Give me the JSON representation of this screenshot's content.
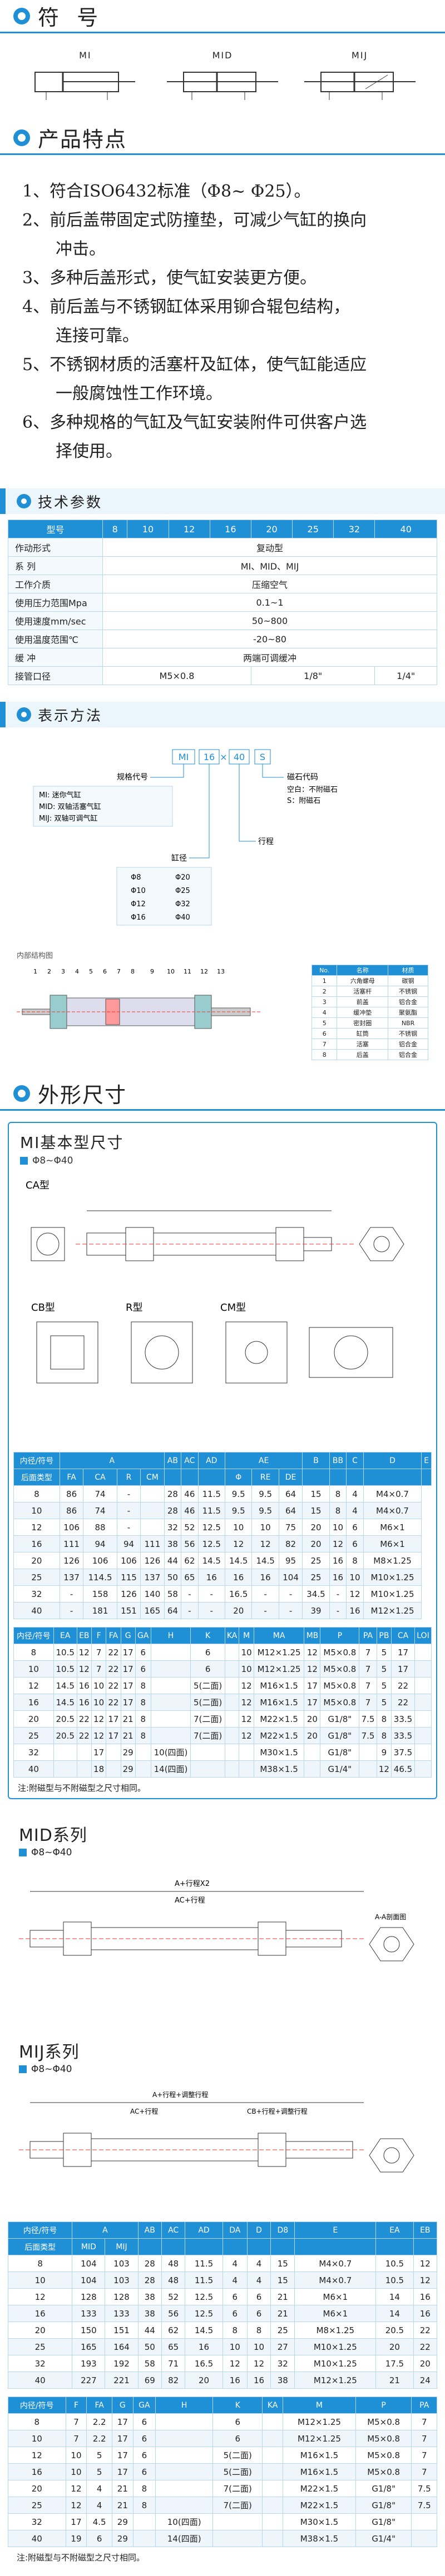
{
  "symbols": {
    "title": "符  号",
    "items": [
      "MI",
      "MID",
      "MIJ"
    ]
  },
  "features": {
    "title": "产品特点",
    "lines": [
      {
        "t": "1、符合ISO6432标准（Φ8~ Φ25）。",
        "c": ""
      },
      {
        "t": "2、前后盖带固定式防撞垫，可减少气缸的换向",
        "c": "冲击。"
      },
      {
        "t": "3、多种后盖形式，使气缸安装更方便。",
        "c": ""
      },
      {
        "t": "4、前后盖与不锈钢缸体采用铆合辊包结构，",
        "c": "连接可靠。"
      },
      {
        "t": "5、不锈钢材质的活塞杆及缸体，使气缸能适应",
        "c": "一般腐蚀性工作环境。"
      },
      {
        "t": "6、多种规格的气缸及气缸安装附件可供客户选",
        "c": "择使用。"
      }
    ]
  },
  "tech": {
    "title": "技术参数",
    "header": [
      "型号",
      "8",
      "10",
      "12",
      "16",
      "20",
      "25",
      "32",
      "40"
    ],
    "rows": [
      {
        "k": "作动形式",
        "v": "复动型"
      },
      {
        "k": "系    列",
        "v": "MI、MID、MIJ"
      },
      {
        "k": "工作介质",
        "v": "压缩空气"
      },
      {
        "k": "使用压力范围Mpa",
        "v": "0.1~1"
      },
      {
        "k": "使用速度mm/sec",
        "v": "50~800"
      },
      {
        "k": "使用温度范围℃",
        "v": "-20~80"
      },
      {
        "k": "缓    冲",
        "v": "两端可调缓冲"
      }
    ],
    "port": {
      "k": "接管口径",
      "a": "M5×0.8",
      "b": "1/8\"",
      "c": "1/4\""
    }
  },
  "code": {
    "title": "表示方法",
    "parts": [
      "MI",
      "16",
      "×",
      "40",
      "S"
    ],
    "series_label": "规格代号",
    "series": [
      "MI: 迷你气缸",
      "MID: 双轴活塞气缸",
      "MIJ: 双轴可调气缸"
    ],
    "bore_label": "缸径",
    "bores": [
      "Φ8",
      "Φ20",
      "Φ10",
      "Φ25",
      "Φ12",
      "Φ32",
      "Φ16",
      "Φ40"
    ],
    "stroke_label": "行程",
    "mag_label": "磁石代码",
    "mag": [
      "空白：不附磁石",
      "S：附磁石"
    ]
  },
  "struct": {
    "title": "内部结构图",
    "nums": [
      "1",
      "2",
      "3",
      "4",
      "5",
      "6",
      "7",
      "8",
      "9",
      "10",
      "11",
      "12",
      "13"
    ],
    "parts_header": [
      "No.",
      "名称",
      "材质"
    ],
    "parts": [
      [
        "1",
        "六角螺母",
        "碳钢"
      ],
      [
        "2",
        "活塞杆",
        "不锈钢"
      ],
      [
        "3",
        "前盖",
        "铝合金"
      ],
      [
        "4",
        "缓冲垫",
        "聚氨酯"
      ],
      [
        "5",
        "密封圈",
        "NBR"
      ],
      [
        "6",
        "缸筒",
        "不锈钢"
      ],
      [
        "7",
        "活塞",
        "铝合金"
      ],
      [
        "8",
        "后盖",
        "铝合金"
      ]
    ]
  },
  "dims": {
    "title": "外形尺寸",
    "mi_title": "MI基本型尺寸",
    "range": "Φ8~Φ40",
    "ca": "CA型",
    "cb": "CB型",
    "r": "R型",
    "cm": "CM型",
    "t1_header": [
      "内径/符号",
      "A",
      "",
      "",
      "",
      "AB",
      "AC",
      "AD",
      "AE",
      "",
      "",
      "B",
      "BB",
      "C",
      "D",
      "E"
    ],
    "t1_sub": [
      "后面类型",
      "FA",
      "CA",
      "R",
      "CM",
      "",
      "",
      "",
      "Φ",
      "RE",
      "DE",
      "",
      "",
      "",
      "",
      ""
    ],
    "t1": [
      [
        "8",
        "86",
        "74",
        "-",
        "",
        "28",
        "46",
        "11.5",
        "9.5",
        "9.5",
        "64",
        "15",
        "8",
        "4",
        "M4×0.7"
      ],
      [
        "10",
        "86",
        "74",
        "-",
        "",
        "28",
        "46",
        "11.5",
        "9.5",
        "9.5",
        "64",
        "15",
        "8",
        "4",
        "M4×0.7"
      ],
      [
        "12",
        "106",
        "88",
        "-",
        "",
        "32",
        "52",
        "12.5",
        "10",
        "10",
        "75",
        "20",
        "10",
        "6",
        "M6×1"
      ],
      [
        "16",
        "111",
        "94",
        "94",
        "111",
        "38",
        "56",
        "12.5",
        "12",
        "12",
        "82",
        "20",
        "12",
        "6",
        "M6×1"
      ],
      [
        "20",
        "126",
        "106",
        "106",
        "126",
        "44",
        "62",
        "14.5",
        "14.5",
        "14.5",
        "95",
        "25",
        "16",
        "8",
        "M8×1.25"
      ],
      [
        "25",
        "137",
        "114.5",
        "115",
        "137",
        "50",
        "65",
        "16",
        "16",
        "16",
        "104",
        "25",
        "16",
        "10",
        "M10×1.25"
      ],
      [
        "32",
        "-",
        "158",
        "126",
        "140",
        "58",
        "-",
        "-",
        "16.5",
        "-",
        "-",
        "34.5",
        "-",
        "12",
        "M10×1.25"
      ],
      [
        "40",
        "-",
        "181",
        "151",
        "165",
        "64",
        "-",
        "-",
        "20",
        "-",
        "-",
        "39",
        "-",
        "16",
        "M12×1.25"
      ]
    ],
    "t2_header": [
      "内径/符号",
      "EA",
      "EB",
      "F",
      "FA",
      "G",
      "GA",
      "H",
      "K",
      "KA",
      "M",
      "MA",
      "MB",
      "P",
      "PA",
      "PB",
      "CA",
      "LOI"
    ],
    "t2": [
      [
        "8",
        "10.5",
        "12",
        "7",
        "22",
        "17",
        "6",
        "",
        "6",
        "",
        "10",
        "M12×1.25",
        "12",
        "M5×0.8",
        "7",
        "5",
        "17",
        ""
      ],
      [
        "10",
        "10.5",
        "12",
        "7",
        "22",
        "17",
        "6",
        "",
        "6",
        "",
        "10",
        "M12×1.25",
        "12",
        "M5×0.8",
        "7",
        "5",
        "17",
        ""
      ],
      [
        "12",
        "14.5",
        "16",
        "10",
        "22",
        "17",
        "8",
        "",
        "5(二面)",
        "",
        "12",
        "M16×1.5",
        "17",
        "M5×0.8",
        "7",
        "5",
        "22",
        ""
      ],
      [
        "16",
        "14.5",
        "16",
        "10",
        "22",
        "17",
        "8",
        "",
        "5(二面)",
        "",
        "12",
        "M16×1.5",
        "17",
        "M5×0.8",
        "7",
        "5",
        "22",
        ""
      ],
      [
        "20",
        "20.5",
        "22",
        "12",
        "17",
        "21",
        "8",
        "",
        "7(二面)",
        "",
        "12",
        "M22×1.5",
        "20",
        "G1/8\"",
        "7.5",
        "8",
        "33.5",
        ""
      ],
      [
        "25",
        "20.5",
        "22",
        "12",
        "17",
        "21",
        "8",
        "",
        "7(二面)",
        "",
        "12",
        "M22×1.5",
        "20",
        "G1/8\"",
        "7.5",
        "8",
        "33.5",
        ""
      ],
      [
        "32",
        "",
        "",
        "17",
        "",
        "29",
        "",
        "10(四面)",
        "",
        "",
        "",
        "M30×1.5",
        "",
        "G1/8\"",
        "",
        "9",
        "37.5",
        ""
      ],
      [
        "40",
        "",
        "",
        "18",
        "",
        "29",
        "",
        "14(四面)",
        "",
        "",
        "",
        "M38×1.5",
        "",
        "G1/4\"",
        "",
        "12",
        "46.5",
        ""
      ]
    ],
    "note": "注:附磁型与不附磁型之尺寸相同。"
  },
  "mid": {
    "title": "MID系列",
    "range": "Φ8~Φ40",
    "lbl1": "A+行程X2",
    "lbl2": "AC+行程",
    "lbl3": "A-A剖面图"
  },
  "mij": {
    "title": "MIJ系列",
    "range": "Φ8~Φ40",
    "lbl1": "A+行程+调整行程",
    "lbl2": "AC+行程",
    "lbl3": "CB+行程+调整行程",
    "t3_header": [
      "内径/符号",
      "A",
      "",
      "AB",
      "AC",
      "AD",
      "DA",
      "D",
      "D8",
      "E",
      "EA",
      "EB"
    ],
    "t3_sub": [
      "后面类型",
      "MID",
      "MIJ",
      "",
      "",
      "",
      "",
      "",
      "",
      "",
      "",
      ""
    ],
    "t3": [
      [
        "8",
        "104",
        "103",
        "28",
        "48",
        "11.5",
        "4",
        "4",
        "15",
        "M4×0.7",
        "10.5",
        "12"
      ],
      [
        "10",
        "104",
        "103",
        "28",
        "48",
        "11.5",
        "4",
        "4",
        "15",
        "M4×0.7",
        "10.5",
        "12"
      ],
      [
        "12",
        "128",
        "128",
        "38",
        "52",
        "12.5",
        "6",
        "6",
        "21",
        "M6×1",
        "14",
        "16"
      ],
      [
        "16",
        "133",
        "133",
        "38",
        "56",
        "12.5",
        "6",
        "6",
        "21",
        "M6×1",
        "14",
        "16"
      ],
      [
        "20",
        "150",
        "151",
        "44",
        "62",
        "14.5",
        "8",
        "8",
        "25",
        "M8×1.25",
        "20.5",
        "22"
      ],
      [
        "25",
        "165",
        "164",
        "50",
        "65",
        "16",
        "10",
        "10",
        "27",
        "M10×1.25",
        "20",
        "22"
      ],
      [
        "32",
        "193",
        "192",
        "58",
        "71",
        "16.5",
        "12",
        "12",
        "32",
        "M10×1.25",
        "17.5",
        "20"
      ],
      [
        "40",
        "227",
        "221",
        "69",
        "82",
        "20",
        "16",
        "16",
        "38",
        "M12×1.25",
        "21",
        "24"
      ]
    ],
    "t4_header": [
      "内径/符号",
      "F",
      "FA",
      "G",
      "GA",
      "H",
      "K",
      "KA",
      "M",
      "P",
      "PA"
    ],
    "t4": [
      [
        "8",
        "7",
        "2.2",
        "17",
        "6",
        "",
        "6",
        "",
        "M12×1.25",
        "M5×0.8",
        "7"
      ],
      [
        "10",
        "7",
        "2.2",
        "17",
        "6",
        "",
        "6",
        "",
        "M12×1.25",
        "M5×0.8",
        "7"
      ],
      [
        "12",
        "10",
        "5",
        "17",
        "6",
        "",
        "5(二面)",
        "",
        "M16×1.5",
        "M5×0.8",
        "7"
      ],
      [
        "16",
        "10",
        "5",
        "17",
        "6",
        "",
        "5(二面)",
        "",
        "M16×1.5",
        "M5×0.8",
        "7"
      ],
      [
        "20",
        "12",
        "4",
        "21",
        "8",
        "",
        "7(二面)",
        "",
        "M22×1.5",
        "G1/8\"",
        "7.5"
      ],
      [
        "25",
        "12",
        "4",
        "21",
        "8",
        "",
        "7(二面)",
        "",
        "M22×1.5",
        "G1/8\"",
        "7.5"
      ],
      [
        "32",
        "17",
        "4.5",
        "29",
        "",
        "10(四面)",
        "",
        "",
        "M30×1.5",
        "G1/8\"",
        ""
      ],
      [
        "40",
        "19",
        "6",
        "29",
        "",
        "14(四面)",
        "",
        "",
        "M38×1.5",
        "G1/4\"",
        ""
      ]
    ],
    "note": "注:附磁型与不附磁型之尺寸相同。"
  }
}
